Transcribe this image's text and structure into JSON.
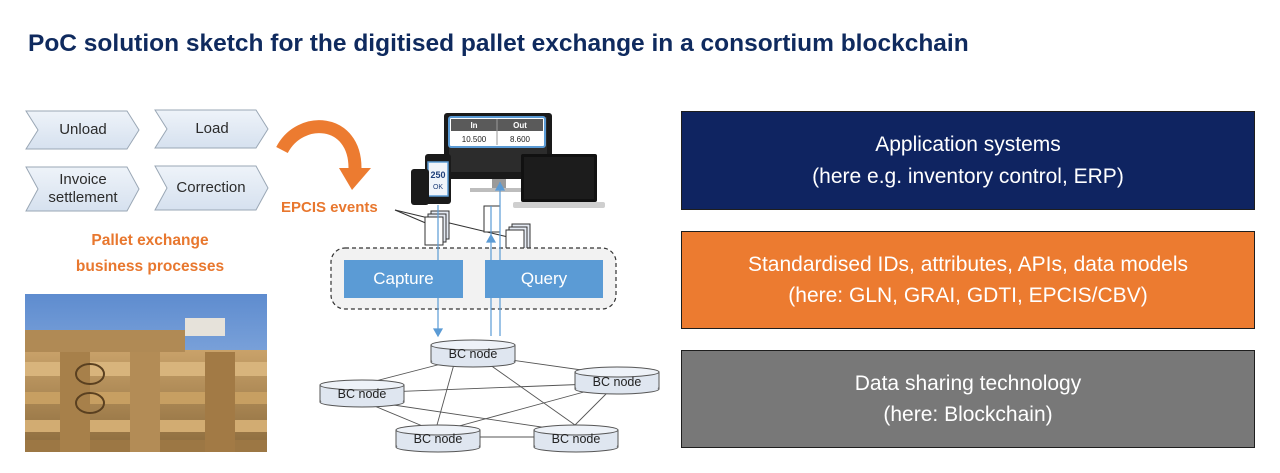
{
  "title": "PoC solution sketch for the digitised pallet exchange in a consortium blockchain",
  "processes": [
    {
      "label": "Unload"
    },
    {
      "label": "Load"
    },
    {
      "label": "Invoice\nsettlement"
    },
    {
      "label": "Correction"
    }
  ],
  "process_caption": "Pallet exchange\nbusiness processes",
  "epcis_label": "EPCIS events",
  "screen_table": {
    "headers": [
      "In",
      "Out"
    ],
    "values": [
      "10.500",
      "8.600"
    ]
  },
  "phone_badge": {
    "value": "250",
    "status": "OK"
  },
  "interfaces": {
    "capture": "Capture",
    "query": "Query"
  },
  "bc_node_label": "BC node",
  "layers": {
    "application": {
      "line1": "Application systems",
      "line2": "(here e.g. inventory control, ERP)",
      "color": "#0f2461"
    },
    "standards": {
      "line1": "Standardised IDs, attributes, APIs, data models",
      "line2": "(here: GLN, GRAI, GDTI, EPCIS/CBV)",
      "color": "#ec7b30"
    },
    "data_sharing": {
      "line1": "Data sharing technology",
      "line2": "(here: Blockchain)",
      "color": "#787878"
    }
  },
  "colors": {
    "title": "#0f2a5e",
    "accent_orange": "#e8772e",
    "interface_blue": "#5b9bd5"
  }
}
